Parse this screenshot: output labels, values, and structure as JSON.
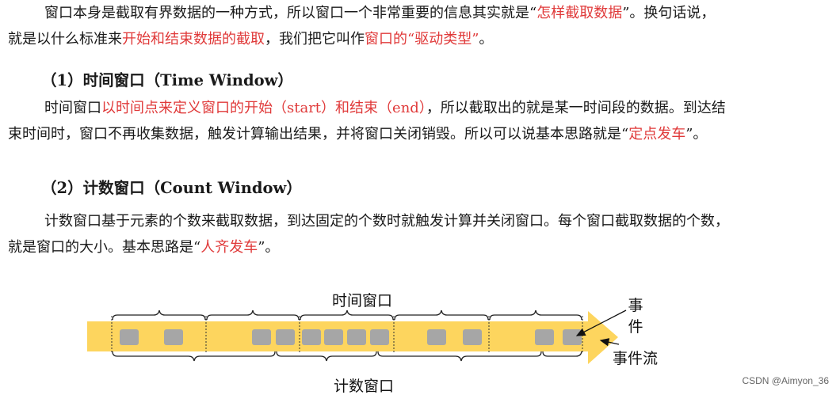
{
  "para1": {
    "s1": "窗口本身是截取有界数据的一种方式，所以窗口一个非常重要的信息其实就是“",
    "s2": "怎样截取数据",
    "s3": "”。换句话说，",
    "s4": "就是以什么标准来",
    "s5": "开始和结束数据的截取",
    "s6": "，我们把它叫作",
    "s7": "窗口的“驱动类型”",
    "s8": "。"
  },
  "heading1": "（1）时间窗口（Time Window）",
  "para2": {
    "s1": "时间窗口",
    "s2": "以时间点来定义窗口的开始（start）和结束（end）",
    "s3": "，所以截取出的就是某一时间段的数据。到达结",
    "s4": "束时间时，窗口不再收集数据，触发计算输出结果，并将窗口关闭销毁。所以可以说基本思路就是“",
    "s5": "定点发车",
    "s6": "”。"
  },
  "heading2": "（2）计数窗口（Count Window）",
  "para3": {
    "s1": "计数窗口基于元素的个数来截取数据，到达固定的个数时就触发计算并关闭窗口。每个窗口截取数据的个数，",
    "s2": "就是窗口的大小。基本思路是“",
    "s3": "人齐发车",
    "s4": "”。"
  },
  "diagram": {
    "time_window_label": "时间窗口",
    "count_window_label": "计数窗口",
    "event_label_1": "事",
    "event_label_2": "件",
    "stream_label": "事件流"
  },
  "colors": {
    "accent_red": "#e03a3a",
    "stream_yellow": "#fdd55e",
    "event_gray": "#a6a6a6"
  },
  "watermark": "CSDN @Aimyon_36"
}
